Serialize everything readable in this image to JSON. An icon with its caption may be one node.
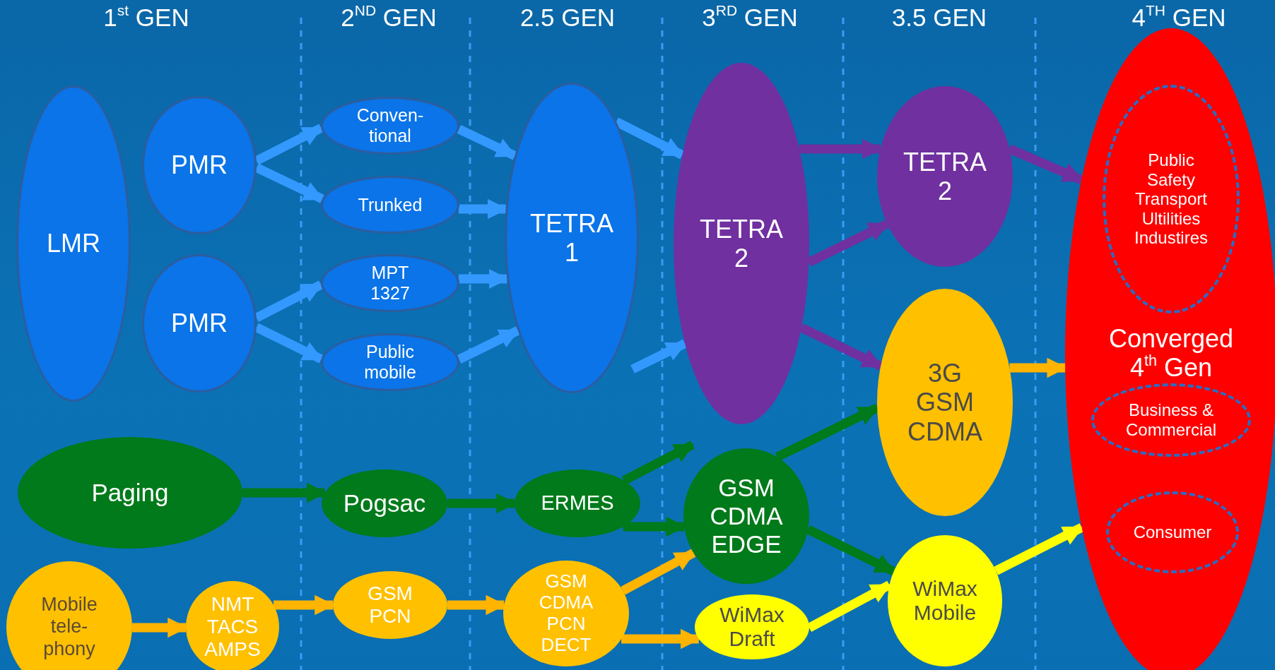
{
  "diagram": {
    "nodes": [
      {
        "text": [
          "LMR"
        ]
      },
      {
        "text": [
          "PMR"
        ]
      },
      {
        "text": [
          "PMR"
        ]
      },
      {
        "text": [
          "Conven- tional"
        ]
      },
      {
        "text": [
          "Trunked"
        ]
      },
      {
        "text": [
          "MPT 1327"
        ]
      },
      {
        "text": [
          "Public mobile"
        ]
      },
      {
        "text": [
          "TETRA 1"
        ]
      },
      {
        "text": [
          "TETRA 2"
        ]
      },
      {
        "text": [
          "TETRA 2"
        ]
      },
      {
        "text": [
          "Converged 4$^{th}$ Gen"
        ]
      },
      {
        "text": [
          "Public Safety Transport Ultilities Industires"
        ],
        "in": 10
      },
      {
        "text": [
          "Business & Commercial"
        ],
        "in": 10
      },
      {
        "text": [
          "Consumer"
        ],
        "in": 10
      },
      {
        "text": [
          "3G GSM CDMA"
        ]
      },
      {
        "text": [
          "Paging"
        ]
      },
      {
        "text": [
          "Pogsac"
        ]
      },
      {
        "text": [
          "ERMES"
        ]
      },
      {
        "text": [
          "GSM CDMA EDGE"
        ]
      },
      {
        "text": [
          "Mobile tele- phony"
        ]
      },
      {
        "text": [
          "NMT TACS AMPS"
        ]
      },
      {
        "text": [
          "GSM PCN"
        ]
      },
      {
        "text": [
          "GSM CDMA PCN DECT"
        ]
      },
      {
        "text": [
          "WiMax Draft"
        ]
      },
      {
        "text": [
          "WiMax Mobile"
        ]
      }
    ],
    "edges": [
      {
        "from": 1,
        "to": 3,
        "arrow": "to"
      },
      {
        "from": 1,
        "to": 4,
        "arrow": "to"
      },
      {
        "from": 2,
        "to": 5,
        "arrow": "to"
      },
      {
        "from": 2,
        "to": 6,
        "arrow": "to"
      },
      {
        "from": 3,
        "to": 7,
        "arrow": "to"
      },
      {
        "from": 4,
        "to": 7,
        "arrow": "to"
      },
      {
        "from": 5,
        "to": 7,
        "arrow": "to"
      },
      {
        "from": 6,
        "to": 7,
        "arrow": "to"
      },
      {
        "from": 7,
        "to": 8,
        "arrow": "to"
      },
      {
        "from": 7,
        "to": 8,
        "arrow": "to"
      },
      {
        "from": 8,
        "to": 9,
        "arrow": "to",
        "color": "#7030a0"
      },
      {
        "from": 8,
        "to": 9,
        "arrow": "to",
        "color": "#7030a0"
      },
      {
        "from": 8,
        "to": 14,
        "arrow": "to",
        "color": "#7030a0"
      },
      {
        "from": 9,
        "to": 10,
        "arrow": "to",
        "color": "#7030a0"
      },
      {
        "from": 14,
        "to": 10,
        "arrow": "to",
        "color": "#ffb400"
      },
      {
        "from": 15,
        "to": 16,
        "arrow": "to",
        "color": "#007a1a"
      },
      {
        "from": 16,
        "to": 17,
        "arrow": "to",
        "color": "#007a1a"
      },
      {
        "from": 17,
        "to": 18,
        "arrow": "to",
        "color": "#007a1a"
      },
      {
        "from": 17,
        "to": 18,
        "arrow": "to",
        "color": "#007a1a"
      },
      {
        "from": 18,
        "to": 14,
        "arrow": "to",
        "color": "#007a1a"
      },
      {
        "from": 18,
        "to": 24,
        "arrow": "to",
        "color": "#007a1a"
      },
      {
        "from": 19,
        "to": 20,
        "arrow": "to",
        "color": "#ffb400"
      },
      {
        "from": 20,
        "to": 21,
        "arrow": "to",
        "color": "#ffb400"
      },
      {
        "from": 21,
        "to": 22,
        "arrow": "to",
        "color": "#ffb400"
      },
      {
        "from": 22,
        "to": 18,
        "arrow": "to",
        "color": "#ffb400"
      },
      {
        "from": 22,
        "to": 23,
        "arrow": "to",
        "color": "#ffb400"
      },
      {
        "from": 23,
        "to": 24,
        "arrow": "to",
        "color": "#ffff00"
      },
      {
        "from": 24,
        "to": 10,
        "arrow": "to",
        "color": "#ffff00"
      }
    ],
    "labels": [
      "1$^{st}$ GEN",
      "2$^{ND}$ GEN",
      "2.5 GEN",
      "3$^{RD}$ GEN",
      "3.5 GEN",
      "4$^{TH}$ GEN"
    ]
  }
}
